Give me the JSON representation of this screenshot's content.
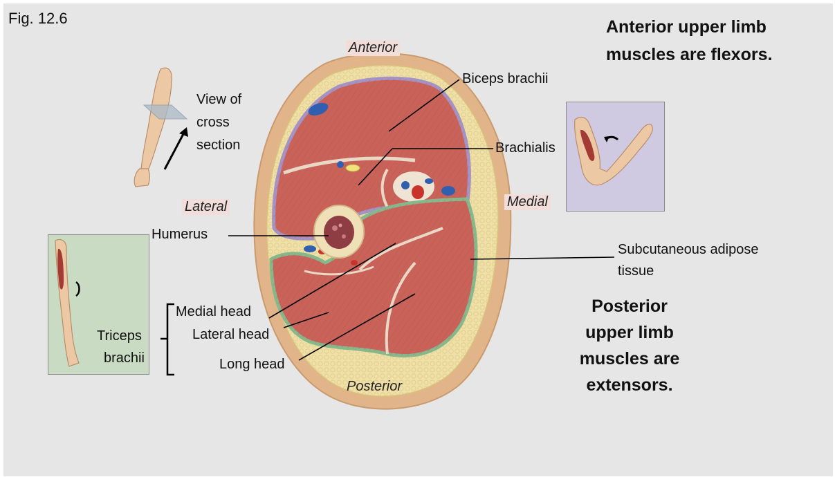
{
  "figure_label": "Fig. 12.6",
  "directions": {
    "anterior": "Anterior",
    "posterior": "Posterior",
    "lateral": "Lateral",
    "medial": "Medial"
  },
  "labels": {
    "view_line1": "View of",
    "view_line2": "cross",
    "view_line3": "section",
    "biceps": "Biceps brachii",
    "brachialis": "Brachialis",
    "humerus": "Humerus",
    "subcutaneous_line1": "Subcutaneous adipose",
    "subcutaneous_line2": "tissue",
    "medial_head": "Medial head",
    "lateral_head": "Lateral head",
    "long_head": "Long  head",
    "triceps_line1": "Triceps",
    "triceps_line2": "brachii"
  },
  "notes": {
    "anterior_line1": "Anterior upper limb",
    "anterior_line2": "muscles are flexors.",
    "posterior_line1": "Posterior",
    "posterior_line2": "upper limb",
    "posterior_line3": "muscles are",
    "posterior_line4": "extensors."
  },
  "colors": {
    "background": "#e6e6e6",
    "muscle": "#c9635a",
    "adipose": "#efe0a8",
    "skin": "#e2b48a",
    "fascia_anterior": "#a493c4",
    "fascia_posterior": "#86b88c",
    "vein": "#2f5fae",
    "artery": "#c8332a",
    "inset_anterior": "#cfc9e2",
    "inset_posterior": "#c9dcc3"
  }
}
